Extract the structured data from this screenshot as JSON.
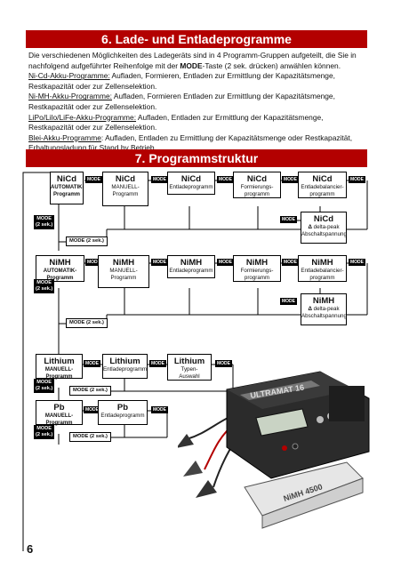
{
  "section6": {
    "title": "6. Lade- und Entladeprogramme",
    "intro_a": "Die verschiedenen Möglichkeiten des Ladegeräts sind in 4 Programm-Gruppen aufgeteilt, die Sie in nachfolgend aufgeführter Reihenfolge mit der ",
    "intro_key": "MODE",
    "intro_b": "-Taste (2 sek. drücken) anwählen können.",
    "items": [
      {
        "head": "Ni-Cd-Akku-Programme:",
        "text": " Aufladen, Formieren, Entladen zur Ermittlung der Kapazitätsmenge, Restkapazität oder zur Zellenselektion."
      },
      {
        "head": "Ni-MH-Akku-Programme:",
        "text": " Aufladen, Formieren Entladen zur Ermittlung der Kapazitätsmenge, Restkapazität oder zur Zellenselektion."
      },
      {
        "head": "LiPo/Lilo/LiFe-Akku-Programme:",
        "text": " Aufladen, Entladen zur Ermittlung der Kapazitätsmenge, Restkapazität oder zur Zellenselektion."
      },
      {
        "head": "Blei-Akku-Programme",
        "text": ": Aufladen, Entladen zu  Ermittlung der Kapazitätsmenge oder Restkapazität, Erhaltungsladung für Stand by Betrieb."
      }
    ]
  },
  "section7": {
    "title": "7. Programmstruktur"
  },
  "diagram": {
    "mode": "MODE",
    "mode_2sek_a": "MODE",
    "mode_2sek_b": "(2 sek.)",
    "mode_2sek_line": "MODE (2 sek.)",
    "nicd": {
      "auto": {
        "title": "NiCd",
        "sub1": "AUTOMATIK-",
        "sub2": "Programm"
      },
      "manu": {
        "title": "NiCd",
        "sub1": "MANUELL-",
        "sub2": "Programm"
      },
      "entl": {
        "title": "NiCd",
        "sub1": "Entladeprogramm"
      },
      "form": {
        "title": "NiCd",
        "sub1": "Formierungs-",
        "sub2": "programm"
      },
      "bal": {
        "title": "NiCd",
        "sub1": "Entladebalancier-",
        "sub2": "programm"
      },
      "delta": {
        "title": "NiCd",
        "sub1": "delta-peak",
        "sub2": "Abschaltspannung",
        "symbol": "Δ"
      }
    },
    "nimh": {
      "auto": {
        "title": "NiMH",
        "sub1": "AUTOMATIK-",
        "sub2": "Programm"
      },
      "manu": {
        "title": "NiMH",
        "sub1": "MANUELL-",
        "sub2": "Programm"
      },
      "entl": {
        "title": "NiMH",
        "sub1": "Entladeprogramm"
      },
      "form": {
        "title": "NiMH",
        "sub1": "Formierungs-",
        "sub2": "programm"
      },
      "bal": {
        "title": "NiMH",
        "sub1": "Entladebalancier-",
        "sub2": "programm"
      },
      "delta": {
        "title": "NiMH",
        "sub1": "delta-peak",
        "sub2": "Abschaltspannung",
        "symbol": "Δ"
      }
    },
    "lithium": {
      "manu": {
        "title": "Lithium",
        "sub1": "MANUELL-",
        "sub2": "Programm"
      },
      "entl": {
        "title": "Lithium",
        "sub1": "Entladeprogramm"
      },
      "typ": {
        "title": "Lithium",
        "sub1": "Typen-",
        "sub2": "Auswahl"
      }
    },
    "pb": {
      "manu": {
        "title": "Pb",
        "sub1": "MANUELL-",
        "sub2": "Programm"
      },
      "entl": {
        "title": "Pb",
        "sub1": "Entladeprogramm"
      }
    }
  },
  "photo": {
    "brand": "ULTRAMAT 16",
    "battery_label": "NiMH 4500",
    "colors": {
      "charger_body": "#2b2b2b",
      "display": "#c9d3c4",
      "battery": "#e6e6e6",
      "accent": "#b30000"
    }
  },
  "page_number": "6"
}
